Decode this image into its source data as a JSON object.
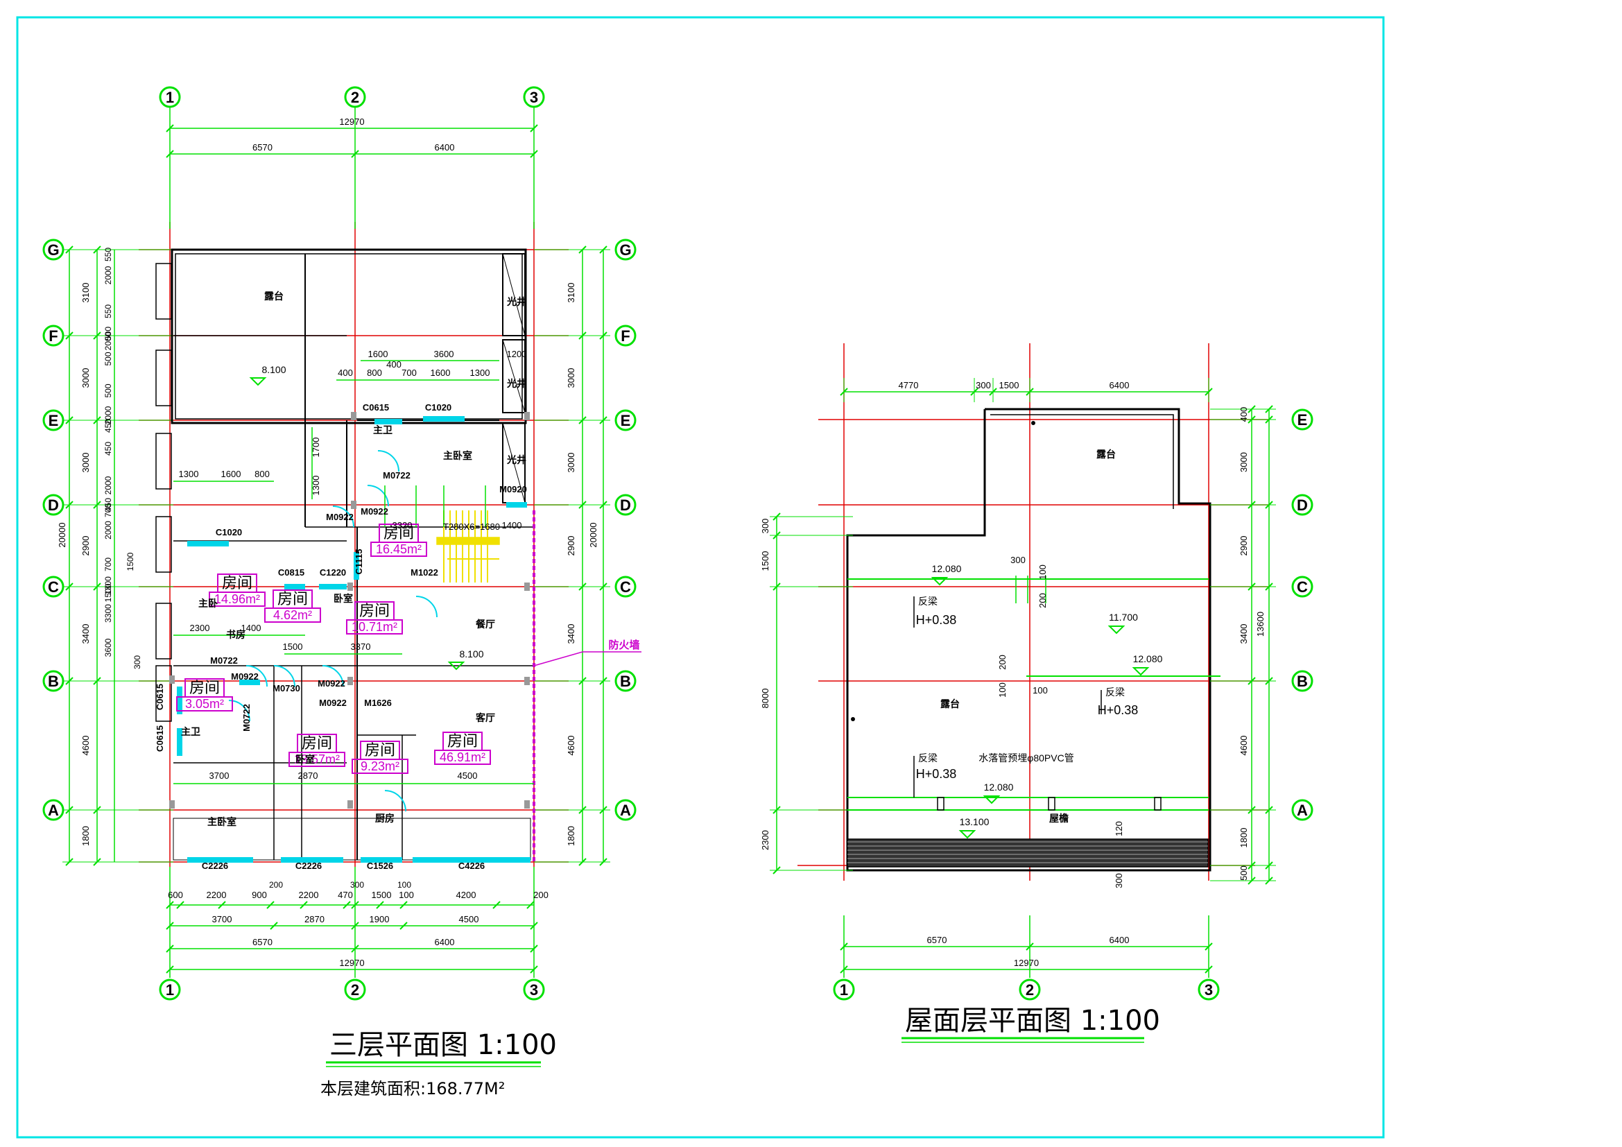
{
  "colors": {
    "border": "#00e5e5",
    "dimension": "#00e000",
    "axis": "#e00000",
    "wall": "#000000",
    "window": "#00d5e8",
    "label": "#cc00cc",
    "stair": "#f0e000"
  },
  "titles": {
    "third_floor": "三层平面图 1:100",
    "roof": "屋面层平面图 1:100",
    "third_floor_area": "本层建筑面积:168.77M²"
  },
  "axes": {
    "columns": [
      "1",
      "2",
      "3"
    ],
    "rows": [
      "G",
      "F",
      "E",
      "D",
      "C",
      "B",
      "A"
    ],
    "roof_rows": [
      "E",
      "D",
      "C",
      "B",
      "A"
    ]
  },
  "third_floor": {
    "top_dims": {
      "total": "12970",
      "left": "6570",
      "right": "6400"
    },
    "bottom_dims": {
      "row1": [
        "600",
        "2200",
        "900",
        "2200",
        "470",
        "1500",
        "100",
        "4200",
        "200"
      ],
      "row1b": [
        "200",
        "300",
        "100"
      ],
      "row2": [
        "3700",
        "2870",
        "1900",
        "4500"
      ],
      "row3": [
        "6570",
        "6400"
      ],
      "total": "12970"
    },
    "left_dims": {
      "outer": [
        "3100",
        "3000",
        "3000",
        "2900",
        "3400",
        "4600",
        "1800"
      ],
      "total": "20000",
      "inner": [
        "550",
        "2000",
        "550",
        "500",
        "2000",
        "500",
        "500",
        "2000",
        "450",
        "450",
        "2000",
        "450",
        "700",
        "2000",
        "700",
        "1300",
        "1500",
        "3300",
        "3600"
      ],
      "extra": [
        "1500",
        "300"
      ]
    },
    "right_dims": {
      "outer": [
        "3100",
        "3000",
        "3000",
        "2900",
        "3400",
        "4600",
        "1800"
      ],
      "total": "20000"
    },
    "interior_dims": [
      "1600",
      "3600",
      "400",
      "800",
      "400",
      "700",
      "1600",
      "1300",
      "1200",
      "1300",
      "1600",
      "800",
      "3320",
      "1400",
      "2300",
      "1400",
      "1500",
      "3370",
      "3700",
      "2870",
      "4500",
      "1700",
      "1300"
    ],
    "stair_note": "T280X6=1680",
    "room_names": [
      "露台",
      "光井",
      "光井",
      "光井",
      "主卫",
      "主卧室",
      "主卧",
      "卧室",
      "餐厅",
      "主卫",
      "卧室",
      "客厅",
      "主卧室",
      "厨房",
      "书房"
    ],
    "window_labels": [
      "C0615",
      "C1020",
      "C1020",
      "C0815",
      "C1220",
      "C1115",
      "M1022",
      "M0722",
      "M0922",
      "M0922",
      "M0722",
      "M0730",
      "M0922",
      "M0922",
      "M0922",
      "M1626",
      "C0615",
      "C0615",
      "M0722",
      "M0920",
      "C2226",
      "C2226",
      "C1526",
      "C4226"
    ],
    "elevation": "8.100",
    "elevation2": "8.100",
    "firewall": "防火墙",
    "rooms": [
      {
        "label": "房间",
        "area": "16.45m²"
      },
      {
        "label": "房间",
        "area": "14.96m²"
      },
      {
        "label": "房间",
        "area": "4.62m²"
      },
      {
        "label": "房间",
        "area": "10.71m²"
      },
      {
        "label": "房间",
        "area": "3.05m²"
      },
      {
        "label": "房间",
        "area": "13.57m²"
      },
      {
        "label": "房间",
        "area": "9.23m²"
      },
      {
        "label": "房间",
        "area": "46.91m²"
      }
    ]
  },
  "roof": {
    "top_dims": [
      "4770",
      "300",
      "1500",
      "6400"
    ],
    "bottom_dims": {
      "left": "6570",
      "right": "6400",
      "total": "12970"
    },
    "right_dims": [
      "400",
      "3000",
      "2900",
      "3400",
      "4600",
      "1800",
      "500"
    ],
    "right_total": "13600",
    "left_dims": [
      "300",
      "1500",
      "8000",
      "2300"
    ],
    "inner_dims": [
      "300",
      "100",
      "200",
      "200",
      "100",
      "100",
      "120",
      "300"
    ],
    "elevations": [
      "12.080",
      "11.700",
      "12.080",
      "12.080",
      "13.100"
    ],
    "notes": [
      "反梁",
      "H+0.38",
      "反梁",
      "H+0.38",
      "反梁",
      "H+0.38",
      "水落管预埋φ80PVC管",
      "露台",
      "露台",
      "屋檐"
    ]
  }
}
